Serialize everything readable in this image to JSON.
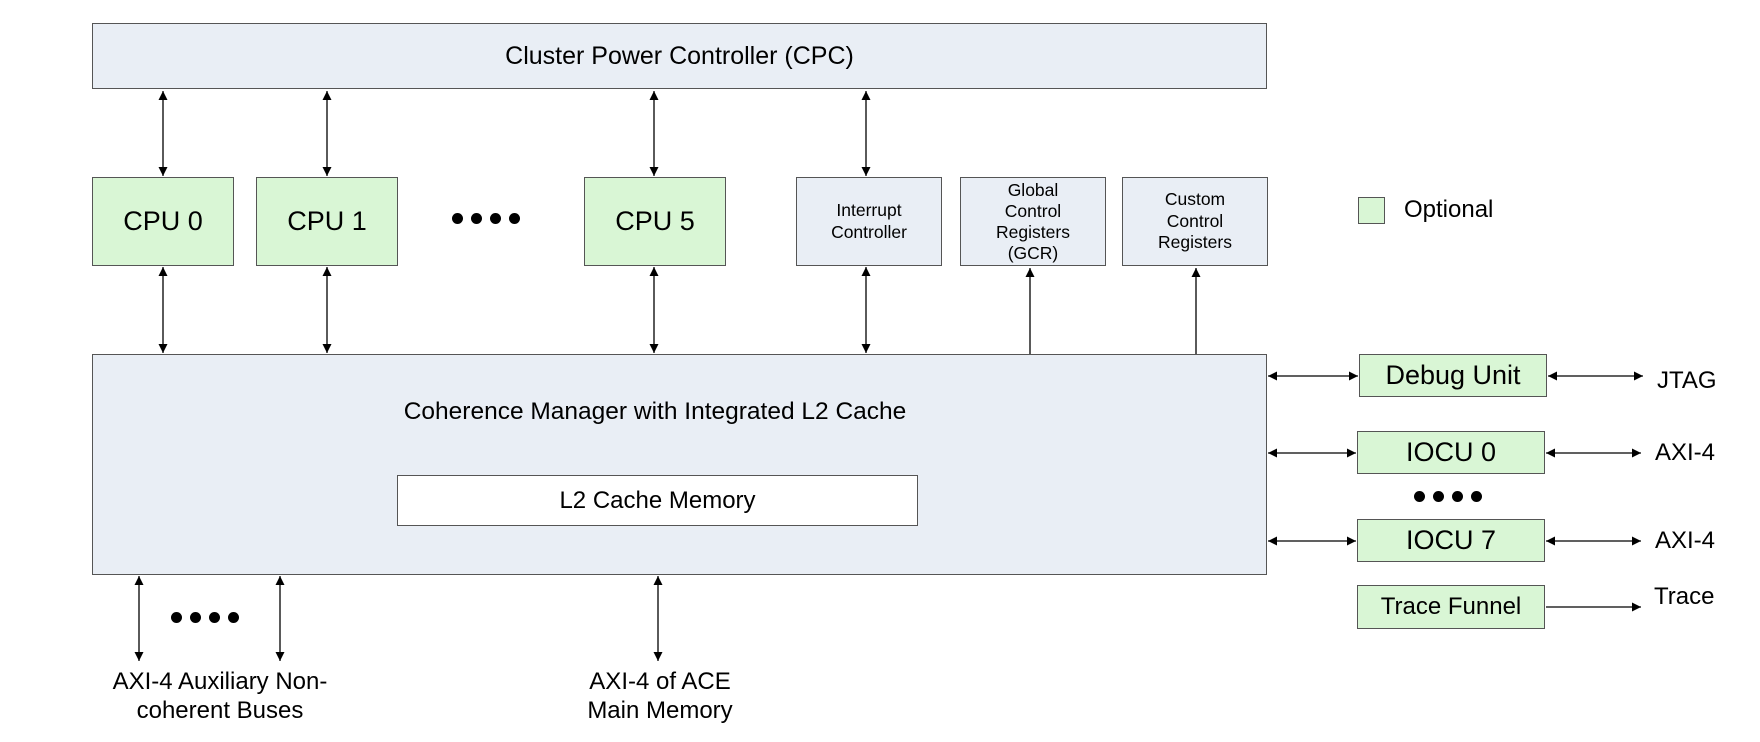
{
  "cpc": {
    "label": "Cluster Power Controller (CPC)"
  },
  "cpus": [
    {
      "label": "CPU 0"
    },
    {
      "label": "CPU 1"
    },
    {
      "label": "CPU 5"
    }
  ],
  "interrupt_controller": {
    "label": "Interrupt\nController"
  },
  "gcr": {
    "label": "Global\nControl\nRegisters\n(GCR)"
  },
  "custom_regs": {
    "label": "Custom\nControl\nRegisters"
  },
  "legend": {
    "label": "Optional",
    "color": "#d9f6d5"
  },
  "coherence_manager": {
    "label": "Coherence Manager with Integrated L2 Cache"
  },
  "l2_cache": {
    "label": "L2 Cache Memory"
  },
  "debug_unit": {
    "label": "Debug Unit",
    "external": "JTAG"
  },
  "iocu0": {
    "label": "IOCU 0",
    "external": "AXI-4"
  },
  "iocu7": {
    "label": "IOCU 7",
    "external": "AXI-4"
  },
  "trace_funnel": {
    "label": "Trace Funnel",
    "external": "Trace"
  },
  "bottom": {
    "aux_buses": "AXI-4 Auxiliary Non-\ncoherent Buses",
    "main_memory": "AXI-4 of ACE\nMain Memory"
  },
  "colors": {
    "blue_box": "#e9eef5",
    "green_box": "#d9f6d5",
    "border": "#555555"
  }
}
